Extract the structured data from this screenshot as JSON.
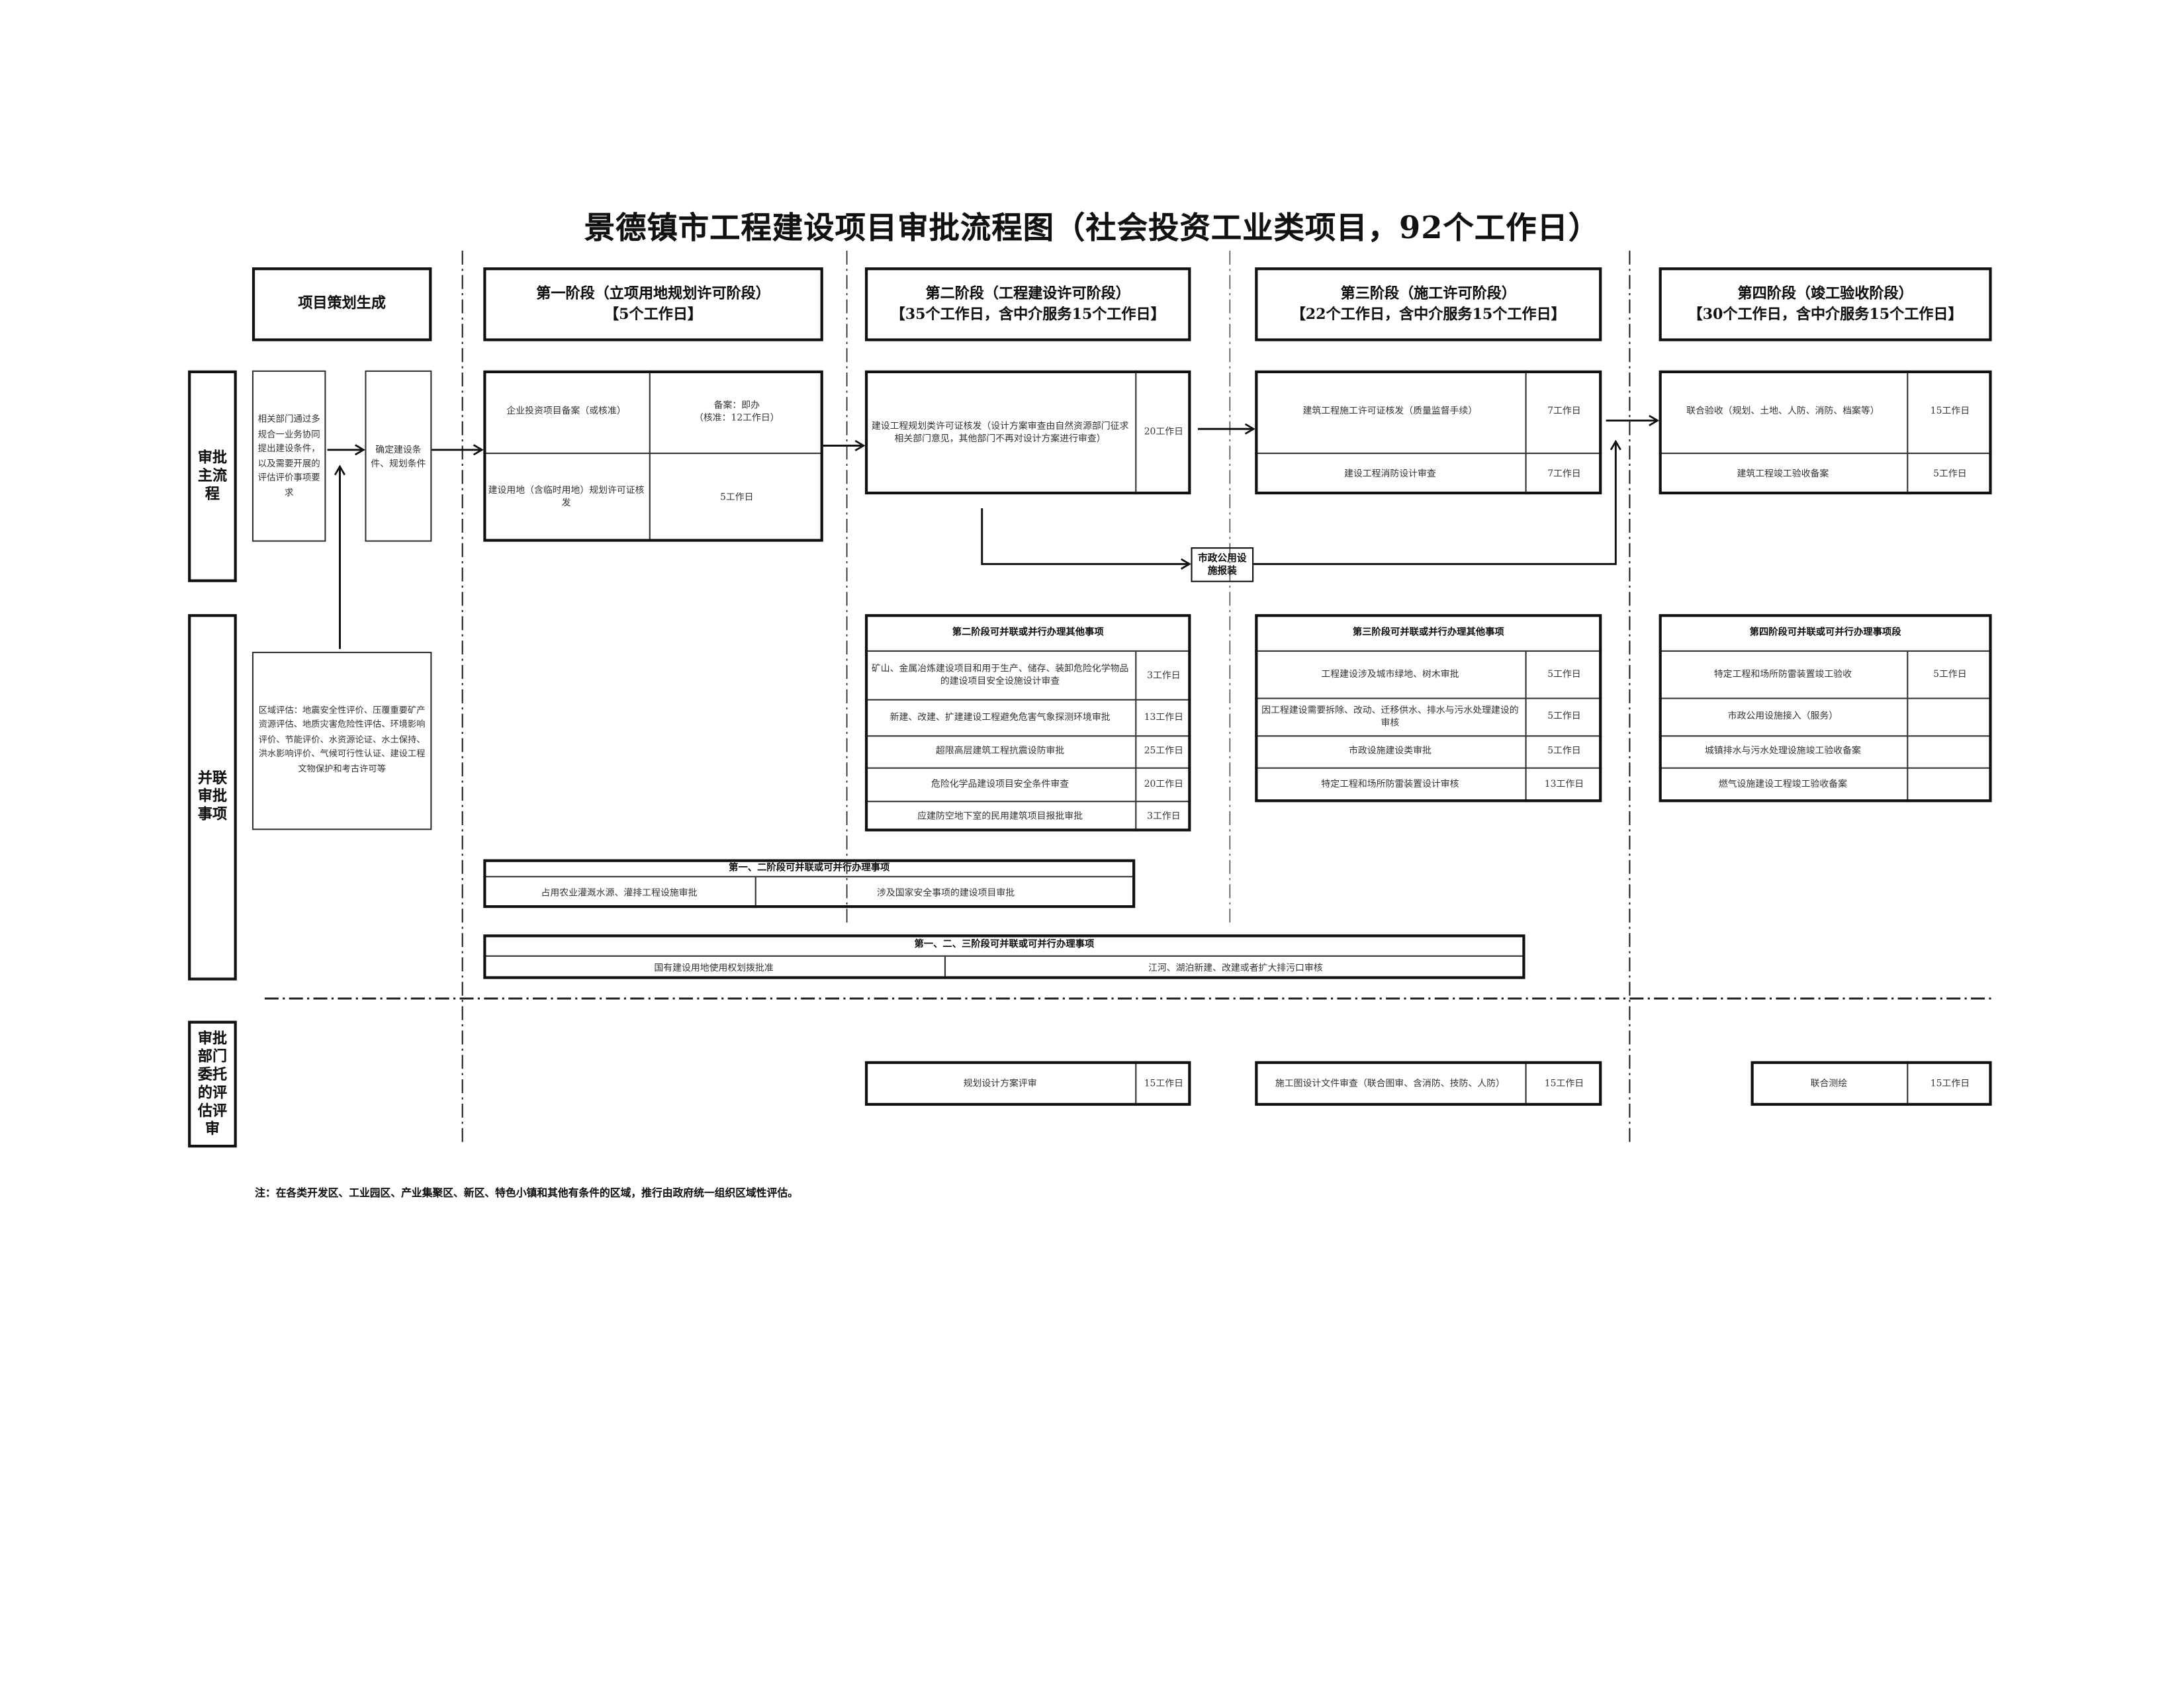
{
  "title": "景德镇市工程建设项目审批流程图（社会投资工业类项目，92个工作日）",
  "header": {
    "plan": "项目策划生成",
    "stages": [
      {
        "name": "第一阶段（立项用地规划许可阶段）",
        "days": "【5个工作日】"
      },
      {
        "name": "第二阶段（工程建设许可阶段）",
        "days": "【35个工作日，含中介服务15个工作日】"
      },
      {
        "name": "第三阶段（施工许可阶段）",
        "days": "【22个工作日，含中介服务15个工作日】"
      },
      {
        "name": "第四阶段（竣工验收阶段）",
        "days": "【30个工作日，含中介服务15个工作日】"
      }
    ]
  },
  "lanes": [
    "审批主流程",
    "并联审批事项",
    "审批部门委托的评估评审"
  ],
  "main": {
    "plan_requirements": "相关部门通过多规合一业务协同提出建设条件，以及需要开展的评估评价事项要求",
    "plan_confirm": "确定建设条件、规划条件",
    "stage1": [
      {
        "name": "企业投资项目备案（或核准）",
        "days": "备案：即办\n（核准：12工作日）"
      },
      {
        "name": "建设用地（含临时用地）规划许可证核发",
        "days": "5工作日"
      }
    ],
    "stage2": [
      {
        "name": "建设工程规划类许可证核发（设计方案审查由自然资源部门征求相关部门意见，其他部门不再对设计方案进行审查）",
        "days": "20工作日"
      }
    ],
    "stage3": [
      {
        "name": "建筑工程施工许可证核发（质量监督手续）",
        "days": "7工作日"
      },
      {
        "name": "建设工程消防设计审查",
        "days": "7工作日"
      }
    ],
    "stage4": [
      {
        "name": "联合验收（规划、土地、人防、消防、档案等）",
        "days": "15工作日"
      },
      {
        "name": "建筑工程竣工验收备案",
        "days": "5工作日"
      }
    ],
    "municipal": "市政公用设施报装"
  },
  "parallel": {
    "region": "区域评估：地震安全性评价、压覆重要矿产资源评估、地质灾害危险性评估、环境影响评价、节能评价、水资源论证、水土保持、洪水影响评价、气候可行性认证、建设工程文物保护和考古许可等",
    "stage2": {
      "title": "第二阶段可并联或并行办理其他事项",
      "items": [
        {
          "name": "矿山、金属冶炼建设项目和用于生产、储存、装卸危险化学物品的建设项目安全设施设计审查",
          "days": "3工作日"
        },
        {
          "name": "新建、改建、扩建建设工程避免危害气象探测环境审批",
          "days": "13工作日"
        },
        {
          "name": "超限高层建筑工程抗震设防审批",
          "days": "25工作日"
        },
        {
          "name": "危险化学品建设项目安全条件审查",
          "days": "20工作日"
        },
        {
          "name": "应建防空地下室的民用建筑项目报批审批",
          "days": "3工作日"
        }
      ]
    },
    "stage3": {
      "title": "第三阶段可并联或并行办理其他事项",
      "items": [
        {
          "name": "工程建设涉及城市绿地、树木审批",
          "days": "5工作日"
        },
        {
          "name": "因工程建设需要拆除、改动、迁移供水、排水与污水处理建设的审核",
          "days": "5工作日"
        },
        {
          "name": "市政设施建设类审批",
          "days": "5工作日"
        },
        {
          "name": "特定工程和场所防雷装置设计审核",
          "days": "13工作日"
        }
      ]
    },
    "stage4": {
      "title": "第四阶段可并联或可并行办理事项段",
      "items": [
        {
          "name": "特定工程和场所防雷装置竣工验收",
          "days": "5工作日"
        },
        {
          "name": "市政公用设施接入（服务）",
          "days": ""
        },
        {
          "name": "城镇排水与污水处理设施竣工验收备案",
          "days": ""
        },
        {
          "name": "燃气设施建设工程竣工验收备案",
          "days": ""
        }
      ]
    },
    "stage12": {
      "title": "第一、二阶段可并联或可并行办理事项",
      "items": [
        "占用农业灌溉水源、灌排工程设施审批",
        "涉及国家安全事项的建设项目审批"
      ]
    },
    "stage123": {
      "title": "第一、二、三阶段可并联或可并行办理事项",
      "items": [
        "国有建设用地使用权划拨批准",
        "江河、湖泊新建、改建或者扩大排污口审核"
      ]
    }
  },
  "entrusted": [
    {
      "name": "规划设计方案评审",
      "days": "15工作日"
    },
    {
      "name": "施工图设计文件审查（联合图审、含消防、技防、人防）",
      "days": "15工作日"
    },
    {
      "name": "联合测绘",
      "days": "15工作日"
    }
  ],
  "note": "注：在各类开发区、工业园区、产业集聚区、新区、特色小镇和其他有条件的区域，推行由政府统一组织区域性评估。",
  "colors": {
    "line": "#111111",
    "text": "#333333",
    "background": "#ffffff"
  }
}
